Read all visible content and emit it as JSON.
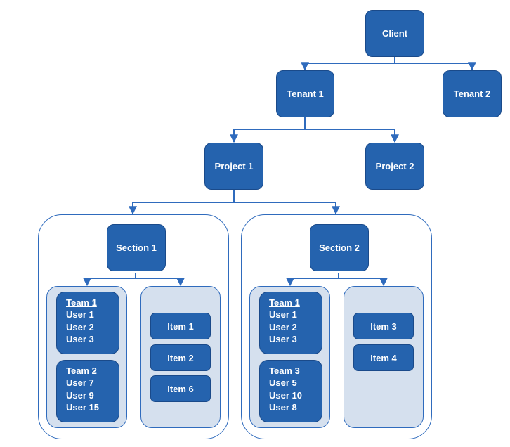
{
  "colors": {
    "node": "#2563ae",
    "panel": "#d5e0ee",
    "line": "#2f6bbd"
  },
  "nodes": {
    "client": "Client",
    "tenant1": "Tenant 1",
    "tenant2": "Tenant 2",
    "project1": "Project 1",
    "project2": "Project 2"
  },
  "sections": [
    {
      "label": "Section 1",
      "teams": [
        {
          "name": "Team 1",
          "users": [
            "User 1",
            "User 2",
            "User 3"
          ]
        },
        {
          "name": "Team 2",
          "users": [
            "User 7",
            "User 9",
            "User 15"
          ]
        }
      ],
      "items": [
        "Item 1",
        "Item 2",
        "Item 6"
      ]
    },
    {
      "label": "Section 2",
      "teams": [
        {
          "name": "Team 1",
          "users": [
            "User 1",
            "User 2",
            "User 3"
          ]
        },
        {
          "name": "Team 3",
          "users": [
            "User 5",
            "User 10",
            "User 8"
          ]
        }
      ],
      "items": [
        "Item 3",
        "Item 4"
      ]
    }
  ]
}
